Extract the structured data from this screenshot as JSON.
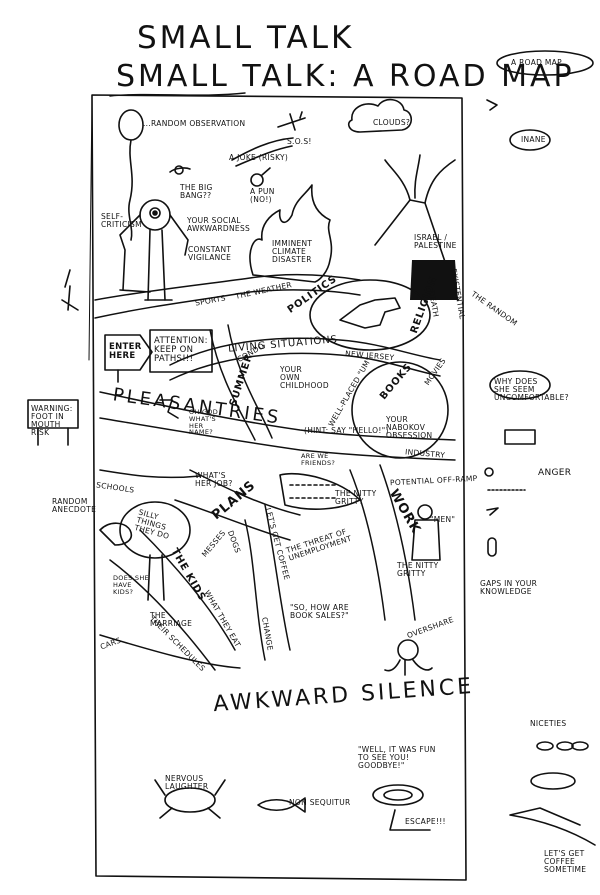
{
  "title": {
    "line1": "SMALL TALK",
    "line2": "SMALL TALK: A ROAD MAP"
  },
  "legend": {
    "header": "A ROAD MAP",
    "random_label": "THE RANDOM",
    "anger_label": "ANGER",
    "gaps_label": "GAPS IN YOUR KNOWLEDGE",
    "niceties_label": "NICETIES",
    "coffee_label": "LET'S GET COFFEE SOMETIME",
    "inane_label": "INANE"
  },
  "margin_notes": {
    "warning": "WARNING: FOOT IN MOUTH RISK",
    "random_anecdote": "RANDOM ANECDOTE"
  },
  "map": {
    "top_area": {
      "random_observation": "...RANDOM OBSERVATION",
      "joke": "A JOKE (RISKY)",
      "sos": "S.O.S!",
      "clouds": "CLOUDS?",
      "big_bang": "THE BIG BANG??",
      "pun": "A PUN (NO!)",
      "self_criticism": "SELF-CRITICISM",
      "social_awkwardness": "YOUR SOCIAL AWKWARDNESS",
      "constant_vigilance": "CONSTANT VIGILANCE",
      "imminent_disaster": "IMMINENT CLIMATE DISASTER",
      "israel_palestine": "ISRAEL / PALESTINE",
      "death": "DEATH",
      "existential": "EXISTENTIAL",
      "religion": "RELIGION"
    },
    "roads": {
      "sports": "SPORTS",
      "weather": "THE WEATHER",
      "politics": "POLITICS",
      "living_situations": "LIVING SITUATIONS",
      "summer": "SUMMER",
      "books": "BOOKS",
      "pleasantries": "PLEASANTRIES",
      "plans": "PLANS",
      "work": "WORK",
      "kids": "THE KIDS",
      "what_they_eat": "WHAT THEY EAT",
      "their_schedules": "THEIR SCHEDULES",
      "messes": "MESSES",
      "get_coffee": "LET'S GET COFFEE",
      "change": "CHANGE",
      "movies": "MOVIES",
      "industry": "INDUSTRY",
      "schools": "SCHOOLS",
      "cars": "CARS",
      "dogs": "DOGS",
      "new_jersey": "NEW JERSEY",
      "condo": "CONDO"
    },
    "places": {
      "enter_here": "ENTER HERE",
      "attention": "ATTENTION: KEEP ON PATHS!!!",
      "your_own_childhood": "YOUR OWN CHILDHOOD",
      "well_placed_um": "WELL-PLACED \"UM\"",
      "nabokov": "YOUR NABOKOV OBSESSION",
      "hint": "(HINT: SAY \"HELLO!\")",
      "oh_god": "OH GOD WHAT'S HER NAME?",
      "whats_her_job": "WHAT'S HER JOB?",
      "are_we_friends": "ARE WE FRIENDS?",
      "potential_offramp": "POTENTIAL OFF-RAMP",
      "nitty_gritty": "THE NITTY GRITTY",
      "threat_unemployment": "THE THREAT OF UNEMPLOYMENT",
      "silly_things": "SILLY THINGS THEY DO",
      "does_she_have_kids": "DOES SHE HAVE KIDS?",
      "the_marriage": "THE MARRIAGE",
      "book_sales": "\"SO, HOW ARE BOOK SALES?\"",
      "overshare": "OVERSHARE",
      "men": "\"MEN\"",
      "why_does_she": "WHY DOES SHE SEEM UNCOMFORTABLE?",
      "awkward_silence": "AWKWARD SILENCE",
      "well_fun": "\"WELL, IT WAS FUN TO SEE YOU! GOODBYE!\"",
      "escape": "ESCAPE!!!",
      "nervous_laughter": "NERVOUS LAUGHTER",
      "non_sequitur": "NON SEQUITUR"
    }
  }
}
